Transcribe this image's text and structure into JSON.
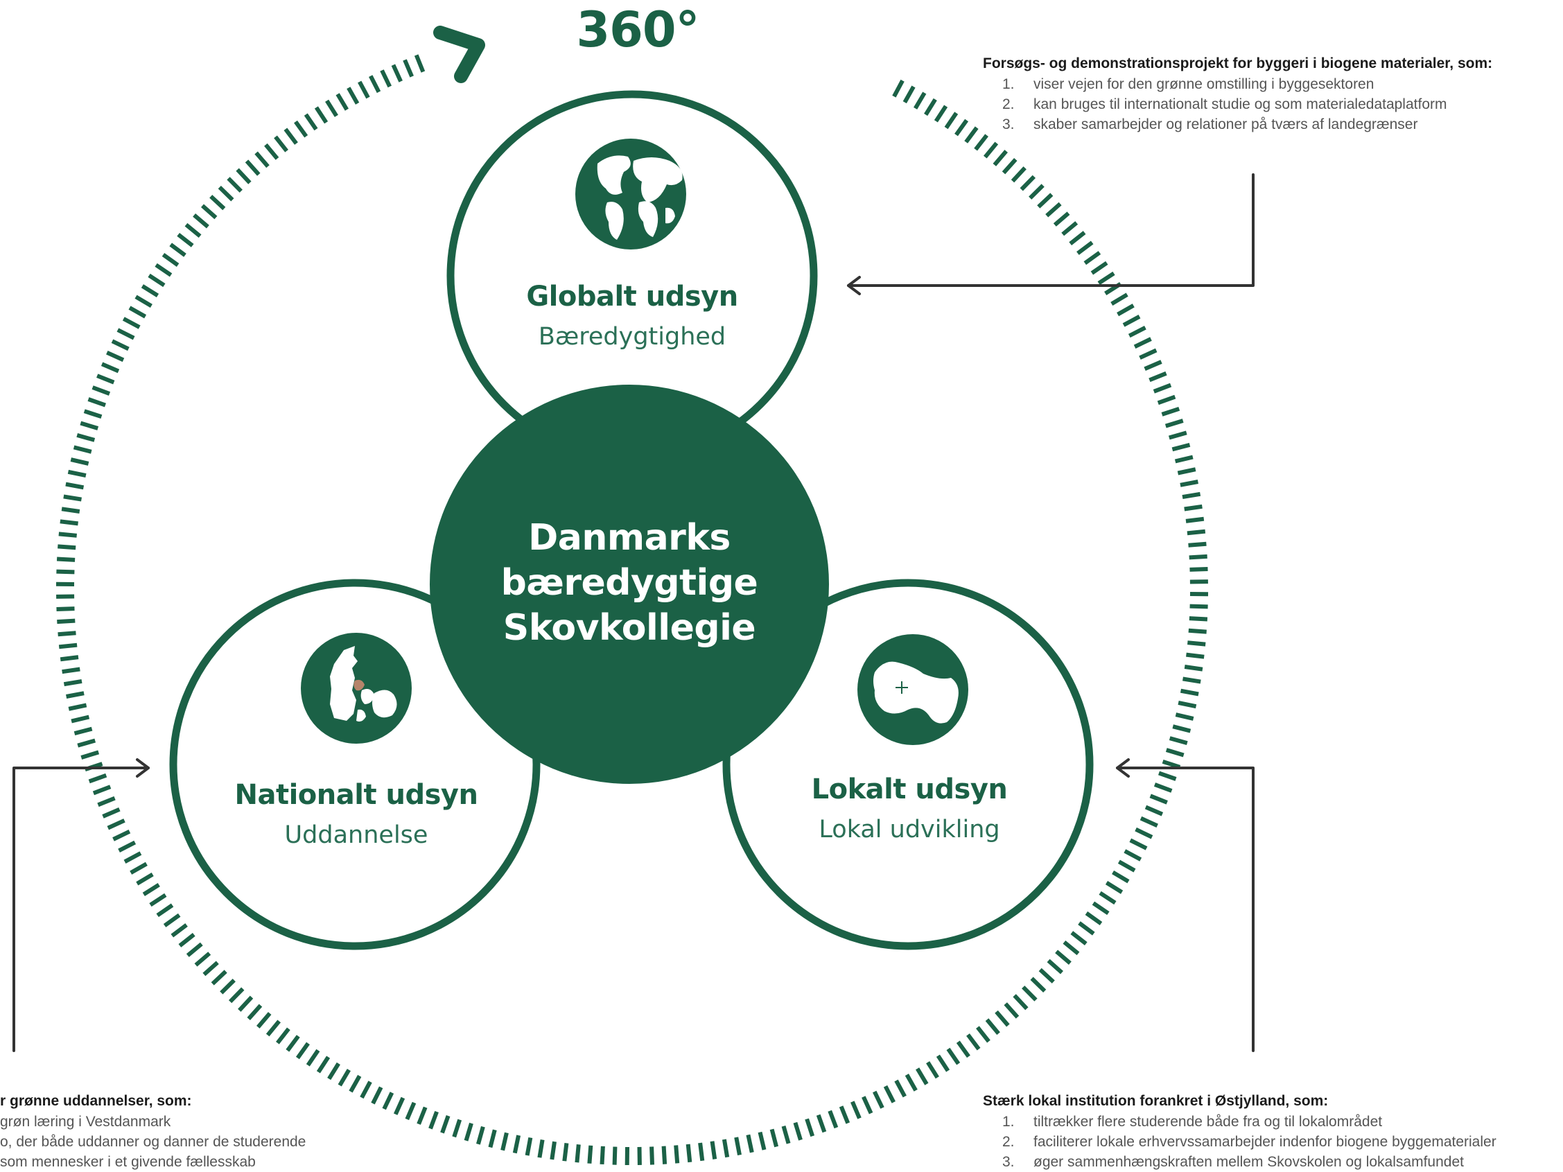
{
  "cycle_label": "360°",
  "center": {
    "lines": [
      "Danmarks",
      "bæredygtige",
      "Skovkollegie"
    ]
  },
  "circles": {
    "global": {
      "title": "Globalt udsyn",
      "subtitle": "Bæredygtighed",
      "icon": "globe-icon"
    },
    "national": {
      "title": "Nationalt udsyn",
      "subtitle": "Uddannelse",
      "icon": "denmark-map-icon"
    },
    "local": {
      "title": "Lokalt udsyn",
      "subtitle": "Lokal udvikling",
      "icon": "local-area-map-icon"
    }
  },
  "notes": {
    "global": {
      "heading": "Forsøgs- og demonstrationsprojekt for byggeri i biogene materialer, som:",
      "items": [
        {
          "num": "1.",
          "text": "viser vejen for den grønne omstilling i byggesektoren"
        },
        {
          "num": "2.",
          "text": "kan bruges til internationalt studie og som materialedataplatform"
        },
        {
          "num": "3.",
          "text": "skaber samarbejder og relationer på tværs af landegrænser"
        }
      ]
    },
    "national": {
      "heading": "r grønne uddannelser, som:",
      "items": [
        {
          "text": "grøn læring i Vestdanmark"
        },
        {
          "text": "o, der både uddanner og danner de studerende"
        },
        {
          "text": "som mennesker i et givende fællesskab"
        }
      ]
    },
    "local": {
      "heading": "Stærk lokal institution forankret i Østjylland, som:",
      "items": [
        {
          "num": "1.",
          "text": "tiltrækker flere studerende både fra og til lokalområdet"
        },
        {
          "num": "2.",
          "text": "faciliterer lokale erhvervssamarbejder indenfor biogene byggematerialer"
        },
        {
          "num": "3.",
          "text": "øger sammenhængskraften mellem Skovskolen og lokalsamfundet"
        }
      ]
    }
  },
  "colors": {
    "primary_green": "#1b6146",
    "arrow_gray": "#333333",
    "background": "#ffffff"
  }
}
